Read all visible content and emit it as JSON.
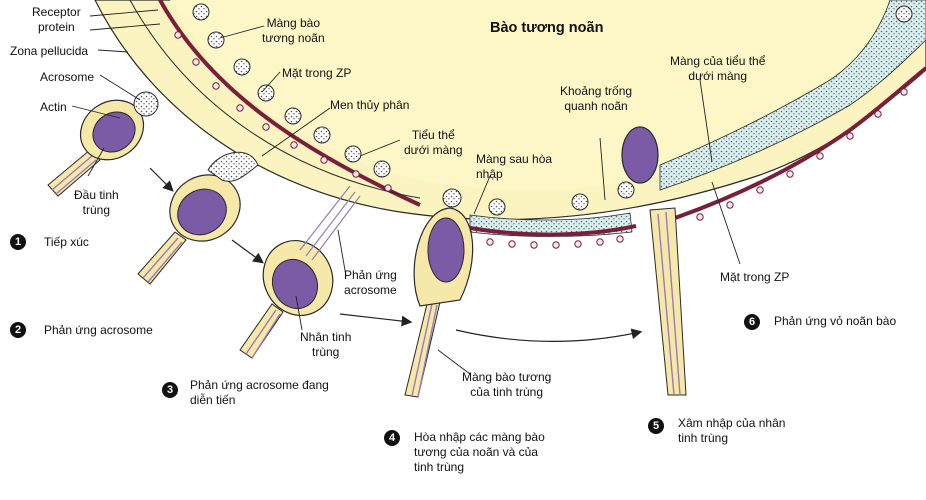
{
  "title": "Bào tương noãn",
  "labels": {
    "receptor_protein": "Receptor\nprotein",
    "zona_pellucida": "Zona pellucida",
    "acrosome": "Acrosome",
    "actin": "Actin",
    "dau_tinh_trung": "Đầu tinh\ntrùng",
    "mang_bao_tuong_noan": "Màng bào\ntương noãn",
    "mat_trong_zp_top": "Mặt trong ZP",
    "men_thuy_phan": "Men thủy phân",
    "tieu_the_duoi_mang": "Tiểu thể\ndưới màng",
    "khoang_trong": "Khoảng trống\nquanh noãn",
    "mang_tieu_the": "Màng của tiểu thể\ndưới màng",
    "mang_sau_hoa_nhap": "Màng sau hòa\nnhập",
    "phan_ung_acrosome_lbl": "Phản ứng\nacrosome",
    "nhan_tinh_trung": "Nhân tinh\ntrùng",
    "mang_bao_tuong_tinh_trung": "Màng bào tương\ncủa tinh trùng",
    "mat_trong_zp_right": "Mặt trong ZP"
  },
  "steps": [
    {
      "num": "1",
      "text": "Tiếp xúc"
    },
    {
      "num": "2",
      "text": "Phản ứng acrosome"
    },
    {
      "num": "3",
      "text": "Phản ứng acrosome đang\ndiễn tiến"
    },
    {
      "num": "4",
      "text": "Hòa nhập các màng bào\ntương của noãn và của\ntinh trùng"
    },
    {
      "num": "5",
      "text": "Xâm nhập của nhân\ntinh trùng"
    },
    {
      "num": "6",
      "text": "Phản ứng vỏ noãn bào"
    }
  ],
  "colors": {
    "zona": "#fbf4c0",
    "cytoplasm": "#fdf7c8",
    "membrane": "#7a1f3a",
    "nucleus": "#7b5aa6",
    "sperm_body": "#f6e8a8",
    "cortical": "#d6efee",
    "outline": "#2a2a2a"
  }
}
